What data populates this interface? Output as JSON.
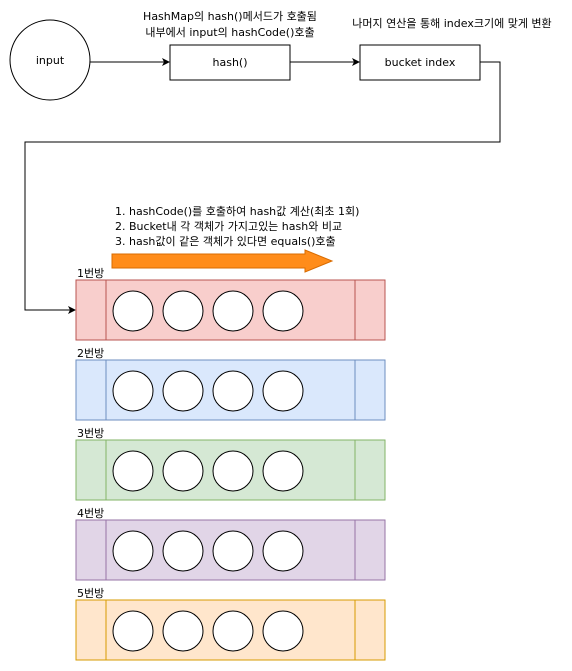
{
  "flow": {
    "input_label": "input",
    "hash_label": "hash()",
    "bucket_label": "bucket index",
    "hash_note_line1": "HashMap의 hash()메서드가 호출됨",
    "hash_note_line2": "내부에서 input의 hashCode()호출",
    "bucket_note": "나머지 연산을 통해 index크기에 맞게 변환"
  },
  "steps": [
    "1. hashCode()를 호출하여 hash값 계산(최초 1회)",
    "2. Bucket내 각 객체가 가지고있는 hash와 비교",
    "3. hash값이 같은 객체가 있다면 equals()호출"
  ],
  "colors": {
    "arrow_fill": "#ff8c1a",
    "arrow_stroke": "#d86b00"
  },
  "buckets": [
    {
      "label": "1번방",
      "fill": "#f8cecc",
      "stroke": "#b85450",
      "items": 4
    },
    {
      "label": "2번방",
      "fill": "#dae8fc",
      "stroke": "#6c8ebf",
      "items": 4
    },
    {
      "label": "3번방",
      "fill": "#d5e8d4",
      "stroke": "#82b366",
      "items": 4
    },
    {
      "label": "4번방",
      "fill": "#e1d5e7",
      "stroke": "#9673a6",
      "items": 4
    },
    {
      "label": "5번방",
      "fill": "#ffe6cc",
      "stroke": "#d79b00",
      "items": 4
    }
  ]
}
